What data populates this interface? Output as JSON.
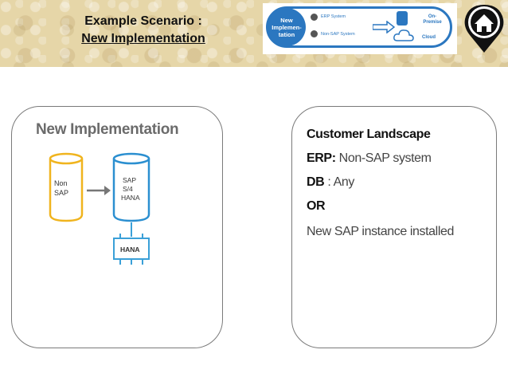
{
  "header": {
    "title_line1": "Example Scenario :",
    "title_line2": "New Implementation"
  },
  "banner": {
    "circle_label": "New Implemen- tation",
    "erp_system": "ERP System",
    "non_sap_system": "Non-SAP System",
    "on_premise": "On- Premise",
    "cloud": "Cloud"
  },
  "left_panel": {
    "title": "New Implementation",
    "source_db_line1": "Non",
    "source_db_line2": "SAP",
    "target_db_line1": "SAP",
    "target_db_line2": "S/4",
    "target_db_line3": "HANA",
    "hana_chip": "HANA"
  },
  "right_panel": {
    "heading": "Customer Landscape",
    "erp_label": "ERP:",
    "erp_value": " Non-SAP system",
    "db_label": "DB",
    "db_value": " : Any",
    "or_label": "OR",
    "instance_text": "New SAP instance installed"
  },
  "colors": {
    "banner_blue": "#2b77c0",
    "source_db": "#f0b41e",
    "target_db": "#2b8fd0",
    "chip": "#3aa0d8"
  }
}
